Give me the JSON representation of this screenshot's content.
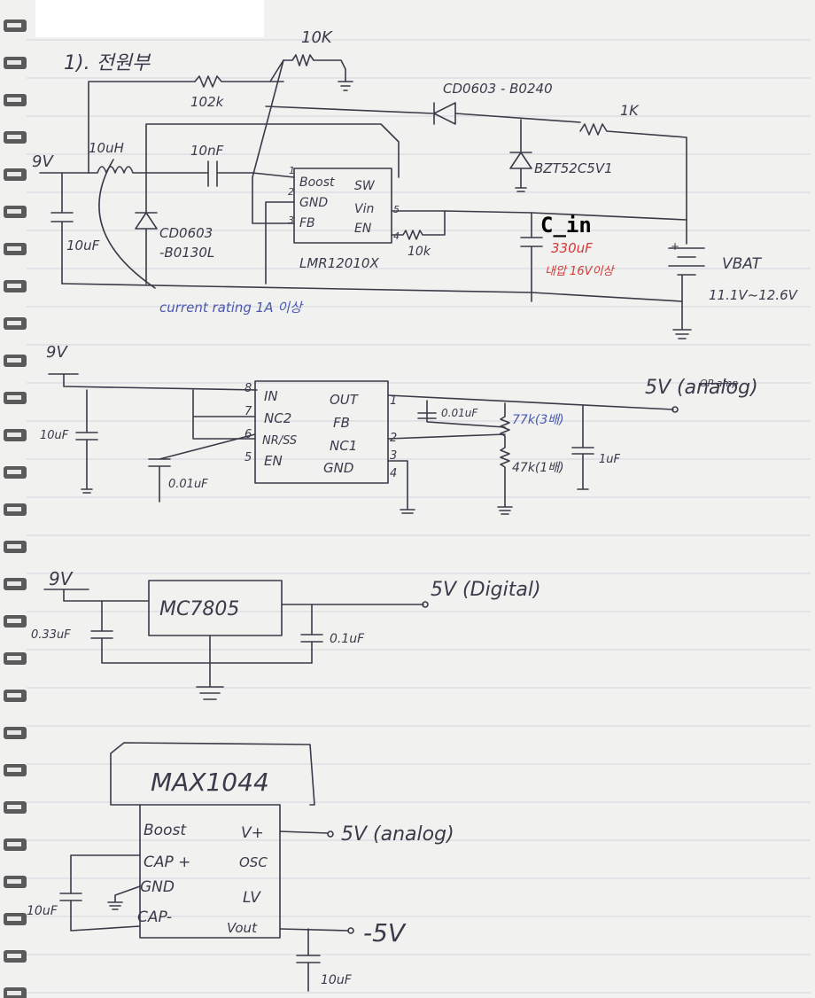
{
  "section1": {
    "title": "1). 전원부",
    "input_voltage": "9V",
    "r_top": "10K",
    "r_feedback": "102k",
    "inductor": "10uH",
    "cap_boot": "10nF",
    "cap_in": "10uF",
    "diode_main": "CD0603\n-B0130L",
    "diode_main_l1": "CD0603",
    "diode_main_l2": "-B0130L",
    "ic": "LMR12010X",
    "ic_pins": [
      "Boost",
      "GND",
      "FB",
      "SW",
      "Vin",
      "EN"
    ],
    "pin_numbers": [
      "1",
      "2",
      "3",
      "5",
      "4"
    ],
    "diode_top": "CD0603 - B0240",
    "zener": "BZT52C5V1",
    "r_series": "1K",
    "r_en": "10k",
    "c_in_label": "C_in",
    "c_in_value": "330uF",
    "c_in_note": "내압 16V이상",
    "battery": "VBAT",
    "battery_range": "11.1V~12.6V",
    "current_note": "current rating 1A 이상"
  },
  "section2": {
    "input_voltage": "9V",
    "cap_in": "10uF",
    "cap_nr": "0.01uF",
    "ic_pins_left": [
      "IN",
      "NC2",
      "NR/SS",
      "EN"
    ],
    "ic_pins_right": [
      "OUT",
      "FB",
      "NC1",
      "GND"
    ],
    "pin_numbers_left": [
      "8",
      "7",
      "6",
      "5"
    ],
    "pin_numbers_right": [
      "1",
      "2",
      "3",
      "4"
    ],
    "cap_out": "0.01uF",
    "r_top": "77k(3배)",
    "r_bottom": "47k(1배)",
    "cap_fb": "1uF",
    "output": "5V (analog)",
    "output_struck": "OP amp"
  },
  "section3": {
    "input_voltage": "9V",
    "ic": "MC7805",
    "cap_in": "0.33uF",
    "cap_out": "0.1uF",
    "output": "5V (Digital)"
  },
  "section4": {
    "ic": "MAX1044",
    "pins_left": [
      "Boost",
      "CAP +",
      "GND",
      "CAP-"
    ],
    "pins_right": [
      "V+",
      "OSC",
      "LV",
      "Vout"
    ],
    "cap_pump": "10uF",
    "cap_out": "10uF",
    "input": "5V (analog)",
    "output": "-5V"
  },
  "colors": {
    "paper": "#f1f1ef",
    "ink": "#3a3a48",
    "red_ink": "#d23a3a",
    "blue_ink": "#4a58b0",
    "ruled_line": "#cfd6dc"
  }
}
